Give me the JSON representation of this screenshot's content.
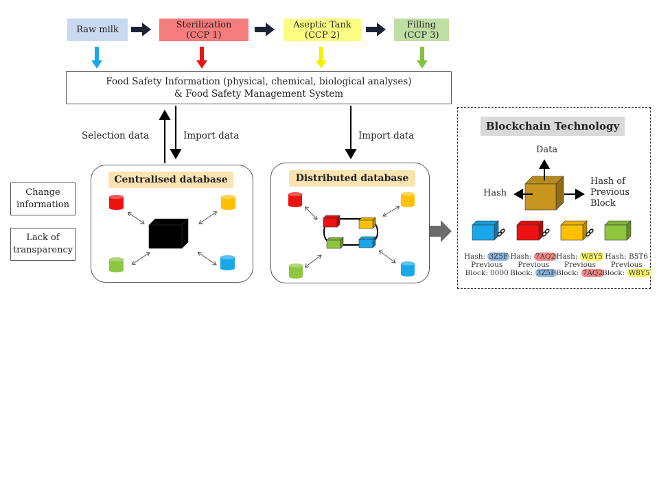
{
  "process_flow": {
    "stages": [
      {
        "name": "Raw milk",
        "sub": "",
        "color": "#c9d9f0",
        "arrow_color": "#1aa7e8"
      },
      {
        "name": "Sterilization",
        "sub": "(CCP 1)",
        "color": "#f47c7c",
        "arrow_color": "#e8141a"
      },
      {
        "name": "Aseptic Tank",
        "sub": "(CCP 2)",
        "color": "#fdfc82",
        "arrow_color": "#f5f000"
      },
      {
        "name": "Filling",
        "sub": "(CCP 3)",
        "color": "#bfdea4",
        "arrow_color": "#84c33f"
      }
    ],
    "flow_arrow_color": "#1a2233"
  },
  "food_safety": {
    "line1": "Food Safety Information (physical, chemical, biological analyses)",
    "line2": "& Food Safety Management System"
  },
  "arrows": {
    "selection_data": "Selection data",
    "import_data_left": "Import data",
    "import_data_right": "Import data"
  },
  "side_boxes": [
    {
      "line1": "Change",
      "line2": "information"
    },
    {
      "line1": "Lack of",
      "line2": "transparency"
    }
  ],
  "centralised": {
    "title": "Centralised database",
    "node_colors": [
      "#ee1111",
      "#ffc000",
      "#8dc63f",
      "#1aa7e8"
    ],
    "hub_color": "#000000"
  },
  "distributed": {
    "title": "Distributed database",
    "node_colors": [
      "#ee1111",
      "#ffc000",
      "#8dc63f",
      "#1aa7e8"
    ]
  },
  "blockchain": {
    "title": "Blockchain Technology",
    "labels": {
      "data": "Data",
      "hash": "Hash",
      "prev1": "Hash of",
      "prev2": "Previous",
      "prev3": "Block"
    },
    "block_color": "#c8961e",
    "chain": [
      {
        "color": "#1aa7e8",
        "hash": "3Z5F",
        "hash_hl": "#8fb4e0",
        "prev": "0000",
        "prev_hl": ""
      },
      {
        "color": "#ee1111",
        "hash": "7AQ2",
        "hash_hl": "#f28a8a",
        "prev": "3Z5F",
        "prev_hl": "#8fb4e0"
      },
      {
        "color": "#ffc000",
        "hash": "W8Y5",
        "hash_hl": "#f9f66a",
        "prev": "7AQ2",
        "prev_hl": "#f28a8a"
      },
      {
        "color": "#8dc63f",
        "hash": "B5T6",
        "hash_hl": "",
        "prev": "W8Y5",
        "prev_hl": "#f9f66a"
      }
    ],
    "hash_label": "Hash:",
    "previous_label": "Previous",
    "block_label": "Block:"
  }
}
